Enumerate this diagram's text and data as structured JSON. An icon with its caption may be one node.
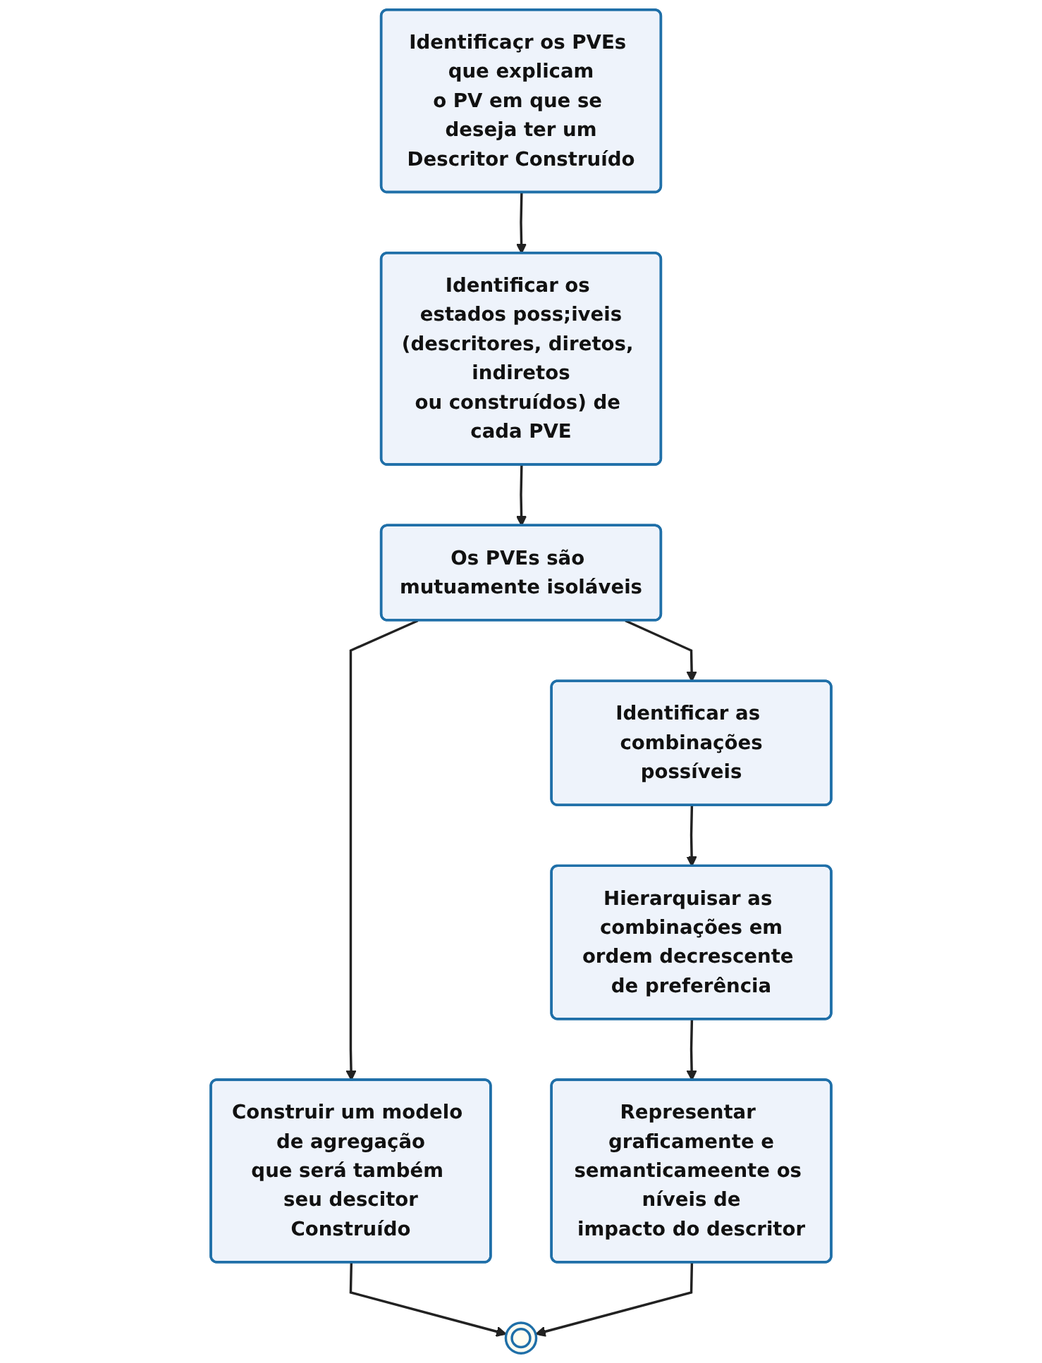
{
  "diagram": {
    "nodes": [
      {
        "text": [
          "Identificaçr os PVEs que explicam o PV em que se deseja ter um Descritor Construído"
        ]
      },
      {
        "text": [
          "Identificar os estados poss;iveis (descritores, diretos, indiretos ou construídos) de cada PVE"
        ]
      },
      {
        "text": [
          "Os PVEs são mutuamente isoláveis"
        ]
      },
      {
        "text": [
          "Identificar as combinações possíveis"
        ]
      },
      {
        "text": [
          "Construir um modelo de agregação que será também seu descitor Construído"
        ]
      },
      {
        "text": [
          "Hierarquisar as combinações em ordem decrescente de preferência"
        ]
      },
      {
        "text": [
          "Representar graficamente e semanticameente os níveis de impacto do descritor"
        ]
      },
      {
        "text": [],
        "shape": "circle"
      }
    ],
    "edges": [
      {
        "from": 0,
        "to": 1,
        "arrow": "to"
      },
      {
        "from": 1,
        "to": 2,
        "arrow": "to"
      },
      {
        "from": 2,
        "to": 4,
        "arrow": "to"
      },
      {
        "from": 2,
        "to": 3,
        "arrow": "to"
      },
      {
        "from": 3,
        "to": 5,
        "arrow": "to"
      },
      {
        "from": 5,
        "to": 6,
        "arrow": "to"
      },
      {
        "from": 4,
        "to": 7,
        "arrow": "to"
      },
      {
        "from": 6,
        "to": 7,
        "arrow": "to"
      }
    ]
  }
}
